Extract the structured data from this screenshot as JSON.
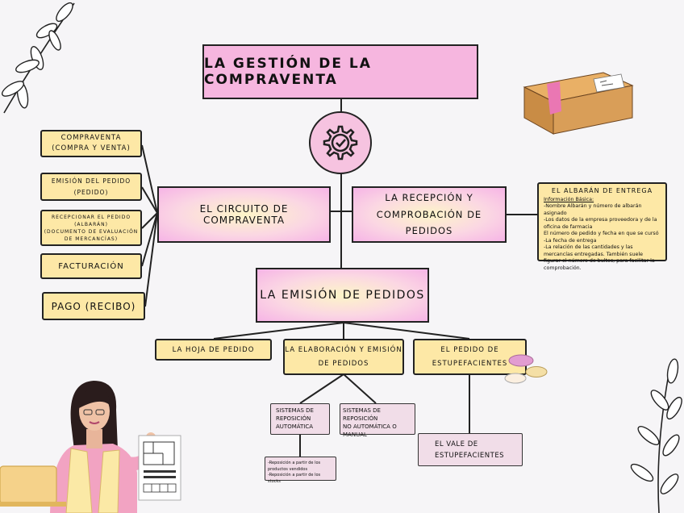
{
  "title": "LA GESTIÓN DE LA COMPRAVENTA",
  "circuit": {
    "main": "EL CIRCUITO DE COMPRAVENTA",
    "items": [
      {
        "line1": "COMPRAVENTA",
        "line2": "(COMPRA Y VENTA)"
      },
      {
        "line1": "EMISIÓN DEL PEDIDO",
        "line2": "(PEDIDO)"
      },
      {
        "line1": "RECEPCIONAR EL PEDIDO",
        "line2": "(ALBARÁN)",
        "line3": "(DOCUMENTO DE EVALUACIÓN DE MERCANCÍAS)"
      },
      {
        "line1": "FACTURACIÓN"
      },
      {
        "line1": "PAGO (RECIBO)"
      }
    ]
  },
  "reception": {
    "line1": "LA RECEPCIÓN Y",
    "line2": "COMPROBACIÓN DE PEDIDOS"
  },
  "albaran": {
    "title": "EL ALBARÁN DE ENTREGA",
    "subtitle": "Información Básica:",
    "lines": [
      "-Nombre Albarán y número de albarán asignado",
      "-Los datos de la empresa proveedora y de la oficina de farmacia",
      "El número de pedido y fecha en que se cursó",
      "-La fecha de entrega",
      "-La relación de las cantidades y las mercancías entregadas. También suele figurar el número de bultos, para facilitar la comprobación."
    ]
  },
  "emision": {
    "label": "LA EMISIÓN DE PEDIDOS"
  },
  "hoja": "LA HOJA DE PEDIDO",
  "elaboracion": {
    "line1": "LA ELABORACIÓN Y EMISIÓN",
    "line2": "DE PEDIDOS"
  },
  "estupefacientes": {
    "line1": "EL PEDIDO DE",
    "line2": "ESTUPEFACIENTES"
  },
  "reposicion_auto": {
    "line1": "SISTEMAS DE",
    "line2": "REPOSICIÓN",
    "line3": "AUTOMÁTICA"
  },
  "reposicion_manual": {
    "line1": "SISTEMAS DE REPOSICIÓN",
    "line2": "NO AUTOMÁTICA O",
    "line3": "MANUAL"
  },
  "reposicion_notes": {
    "line1": "-Reposición a partir de los",
    "line2": "productos vendidos",
    "line3": "-Reposición a partir de los stocks"
  },
  "vale": {
    "line1": "EL VALE DE",
    "line2": "ESTUPEFACIENTES"
  },
  "icons": [
    "gear-check-icon",
    "package-box-icon",
    "pills-icon",
    "leaf-branch-icon",
    "pharmacist-woman-illustration"
  ],
  "colors": {
    "title_pink": "#f6b6df",
    "box_yellow": "#fde8a6",
    "lavender": "#f1dde8",
    "gear_bg": "#f6c3e0"
  }
}
